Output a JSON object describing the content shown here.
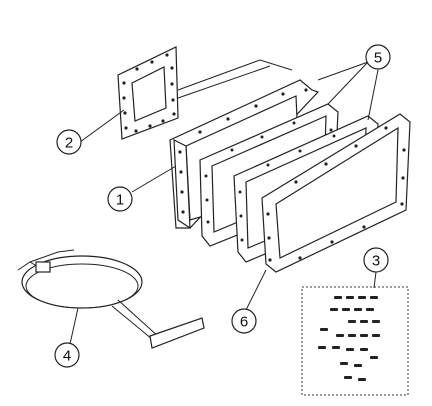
{
  "callouts": [
    {
      "label": "1"
    },
    {
      "label": "2"
    },
    {
      "label": "3"
    },
    {
      "label": "4"
    },
    {
      "label": "5"
    },
    {
      "label": "6"
    }
  ],
  "colors": {
    "ink": "#222222",
    "background": "#ffffff"
  }
}
